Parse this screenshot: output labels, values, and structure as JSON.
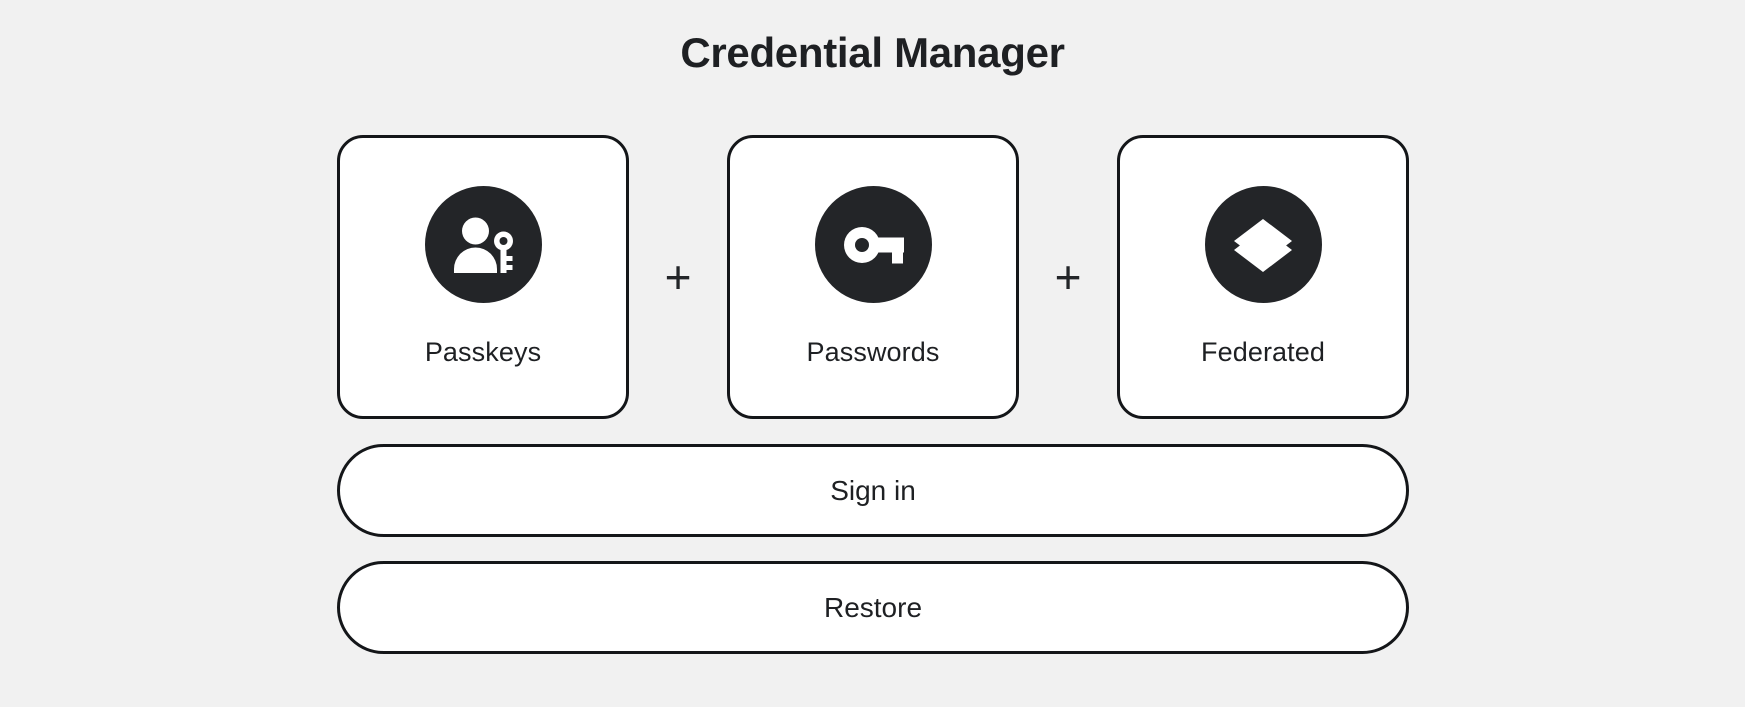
{
  "page": {
    "title": "Credential Manager",
    "background_color": "#f1f1f1",
    "accent_color": "#232528",
    "border_color": "#141619",
    "card_background": "#ffffff"
  },
  "credential_types": [
    {
      "label": "Passkeys",
      "icon": "person-key-icon"
    },
    {
      "label": "Passwords",
      "icon": "key-icon"
    },
    {
      "label": "Federated",
      "icon": "layers-icon"
    }
  ],
  "separators": [
    {
      "symbol": "+"
    },
    {
      "symbol": "+"
    }
  ],
  "actions": [
    {
      "label": "Sign in"
    },
    {
      "label": "Restore"
    }
  ]
}
